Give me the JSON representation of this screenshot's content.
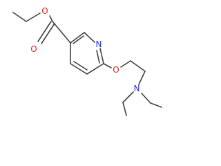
{
  "molecule": {
    "atoms": {
      "ester_carbonyl_oxygen": {
        "label": "O",
        "color": "#e0241b"
      },
      "ester_ether_oxygen": {
        "label": "O",
        "color": "#e0241b"
      },
      "pyridine_nitrogen": {
        "label": "N",
        "color": "#2a2ae0"
      },
      "ether_oxygen": {
        "label": "O",
        "color": "#e0241b"
      },
      "amine_nitrogen": {
        "label": "N",
        "color": "#2a2ae0"
      }
    },
    "bond_color": "#404040"
  }
}
